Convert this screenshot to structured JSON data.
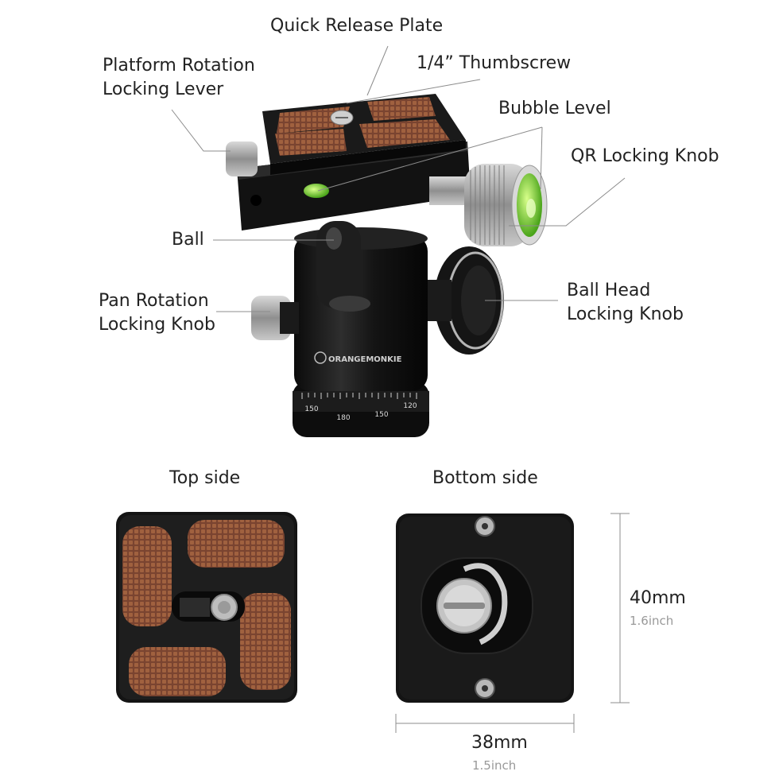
{
  "callouts": {
    "quick_release_plate": "Quick Release Plate",
    "thumbscrew": "1/4” Thumbscrew",
    "platform_rotation_line1": "Platform Rotation",
    "platform_rotation_line2": "Locking Lever",
    "bubble_level": "Bubble Level",
    "qr_locking_knob": "QR Locking Knob",
    "ball": "Ball",
    "pan_rotation_line1": "Pan Rotation",
    "pan_rotation_line2": "Locking Knob",
    "ball_head_line1": "Ball Head",
    "ball_head_line2": "Locking Knob"
  },
  "product": {
    "brand": "ORANGEMONKIE",
    "scale_ticks": [
      "150",
      "180",
      "150",
      "120"
    ]
  },
  "plates": {
    "top_side": "Top side",
    "bottom_side": "Bottom side"
  },
  "dimensions": {
    "height_mm": "40mm",
    "height_inch": "1.6inch",
    "width_mm": "38mm",
    "width_inch": "1.5inch"
  },
  "colors": {
    "pad": "#8a4f34",
    "body": "#141414",
    "metal": "#a8a8a8",
    "bubble": "#7fd43a",
    "leader": "#8c8c8c"
  }
}
